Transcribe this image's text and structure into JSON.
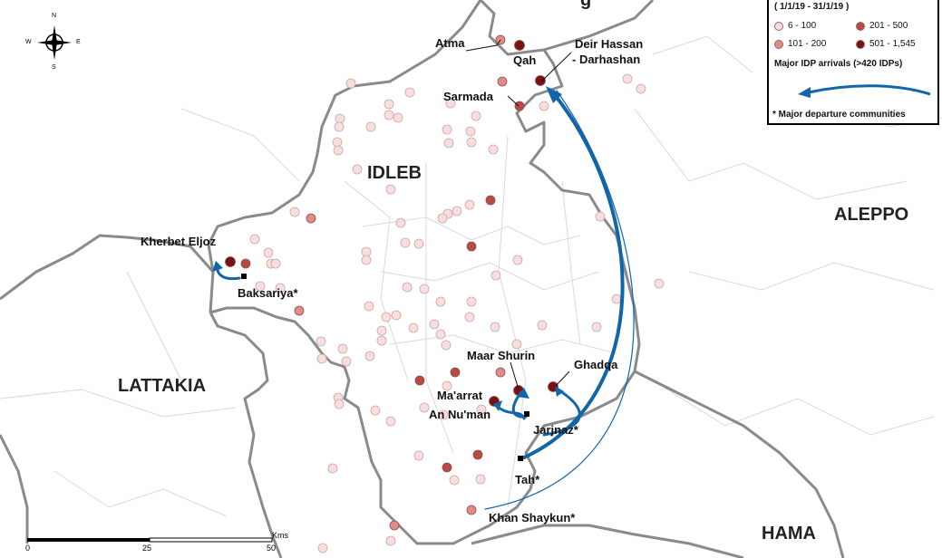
{
  "map": {
    "regions": [
      {
        "name": "IDLEB"
      },
      {
        "name": "ALEPPO"
      },
      {
        "name": "LATTAKIA"
      },
      {
        "name": "HAMA"
      }
    ],
    "places": [
      {
        "name": "Atma"
      },
      {
        "name": "Qah"
      },
      {
        "name": "Deir Hassan"
      },
      {
        "name": "- Darhashan"
      },
      {
        "name": "Sarmada"
      },
      {
        "name": "Kherbet Eljoz"
      },
      {
        "name": "Baksariya*"
      },
      {
        "name": "Maar Shurin"
      },
      {
        "name": "Ghadqa"
      },
      {
        "name": "Ma'arrat"
      },
      {
        "name": "An Nu'man"
      },
      {
        "name": "Jarjnaz*"
      },
      {
        "name": "Tah*"
      },
      {
        "name": "Khan Shaykun*"
      }
    ],
    "top_partial_label": "g",
    "colors": {
      "arrow": "#1166aa",
      "class1": "#f9dede",
      "class2": "#e08c86",
      "class3": "#b84a43",
      "class4": "#7a1212"
    }
  },
  "legend": {
    "date_range": "( 1/1/19 - 31/1/19 )",
    "classes": [
      {
        "label": "6 - 100",
        "color": "#f9dede"
      },
      {
        "label": "201 - 500",
        "color": "#b84a43"
      },
      {
        "label": "101 - 200",
        "color": "#e08c86"
      },
      {
        "label": "501 - 1,545",
        "color": "#7a1212"
      }
    ],
    "major_arrivals": "Major IDP arrivals (>420 IDPs)",
    "major_departures": "*  Major departure communities"
  },
  "compass": {
    "n": "N",
    "s": "S",
    "e": "E",
    "w": "W"
  },
  "scale": {
    "unit": "Kms",
    "ticks": [
      "0",
      "25",
      "50"
    ]
  }
}
